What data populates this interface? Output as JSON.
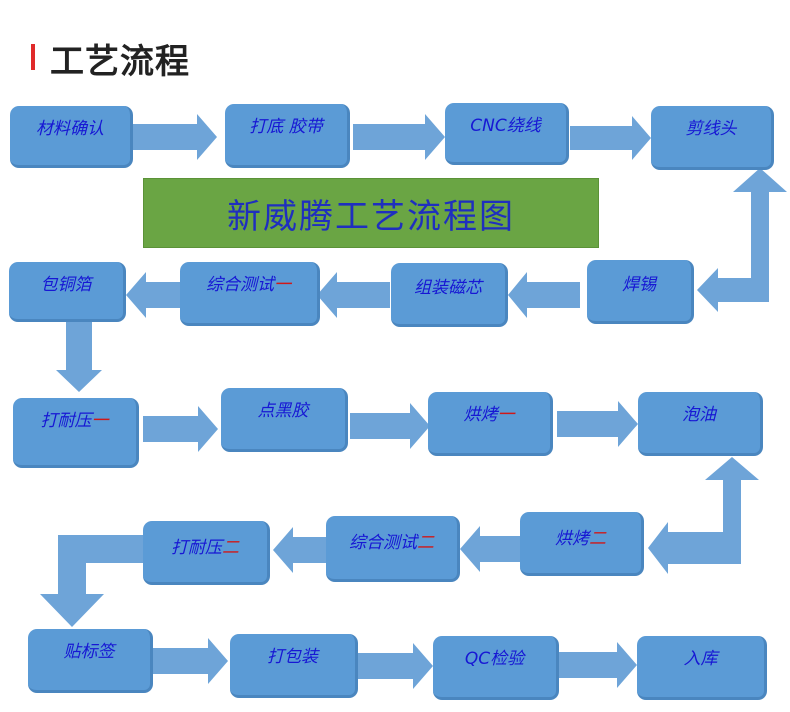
{
  "header": {
    "title": "工艺流程"
  },
  "banner": {
    "text": "新威腾工艺流程图"
  },
  "colors": {
    "node": "#5b9bd6",
    "arrow": "#6ea4d8",
    "banner": "#6aa544",
    "text": "#1717d4",
    "accent": "#d01818"
  },
  "steps": [
    {
      "label": "材料确认",
      "suffix": ""
    },
    {
      "label": "打底 胶带",
      "suffix": ""
    },
    {
      "label": "CNC绕线",
      "suffix": ""
    },
    {
      "label": "剪线头",
      "suffix": ""
    },
    {
      "label": "焊锡",
      "suffix": ""
    },
    {
      "label": "组装磁芯",
      "suffix": ""
    },
    {
      "label": "综合测试",
      "suffix": "一"
    },
    {
      "label": "包铜箔",
      "suffix": ""
    },
    {
      "label": "打耐压",
      "suffix": "一"
    },
    {
      "label": "点黑胶",
      "suffix": ""
    },
    {
      "label": "烘烤",
      "suffix": "一"
    },
    {
      "label": "泡油",
      "suffix": ""
    },
    {
      "label": "烘烤",
      "suffix": "二"
    },
    {
      "label": "综合测试",
      "suffix": "二"
    },
    {
      "label": "打耐压",
      "suffix": "二"
    },
    {
      "label": "贴标签",
      "suffix": ""
    },
    {
      "label": "打包装",
      "suffix": ""
    },
    {
      "label": "QC检验",
      "suffix": ""
    },
    {
      "label": "入库",
      "suffix": ""
    }
  ]
}
